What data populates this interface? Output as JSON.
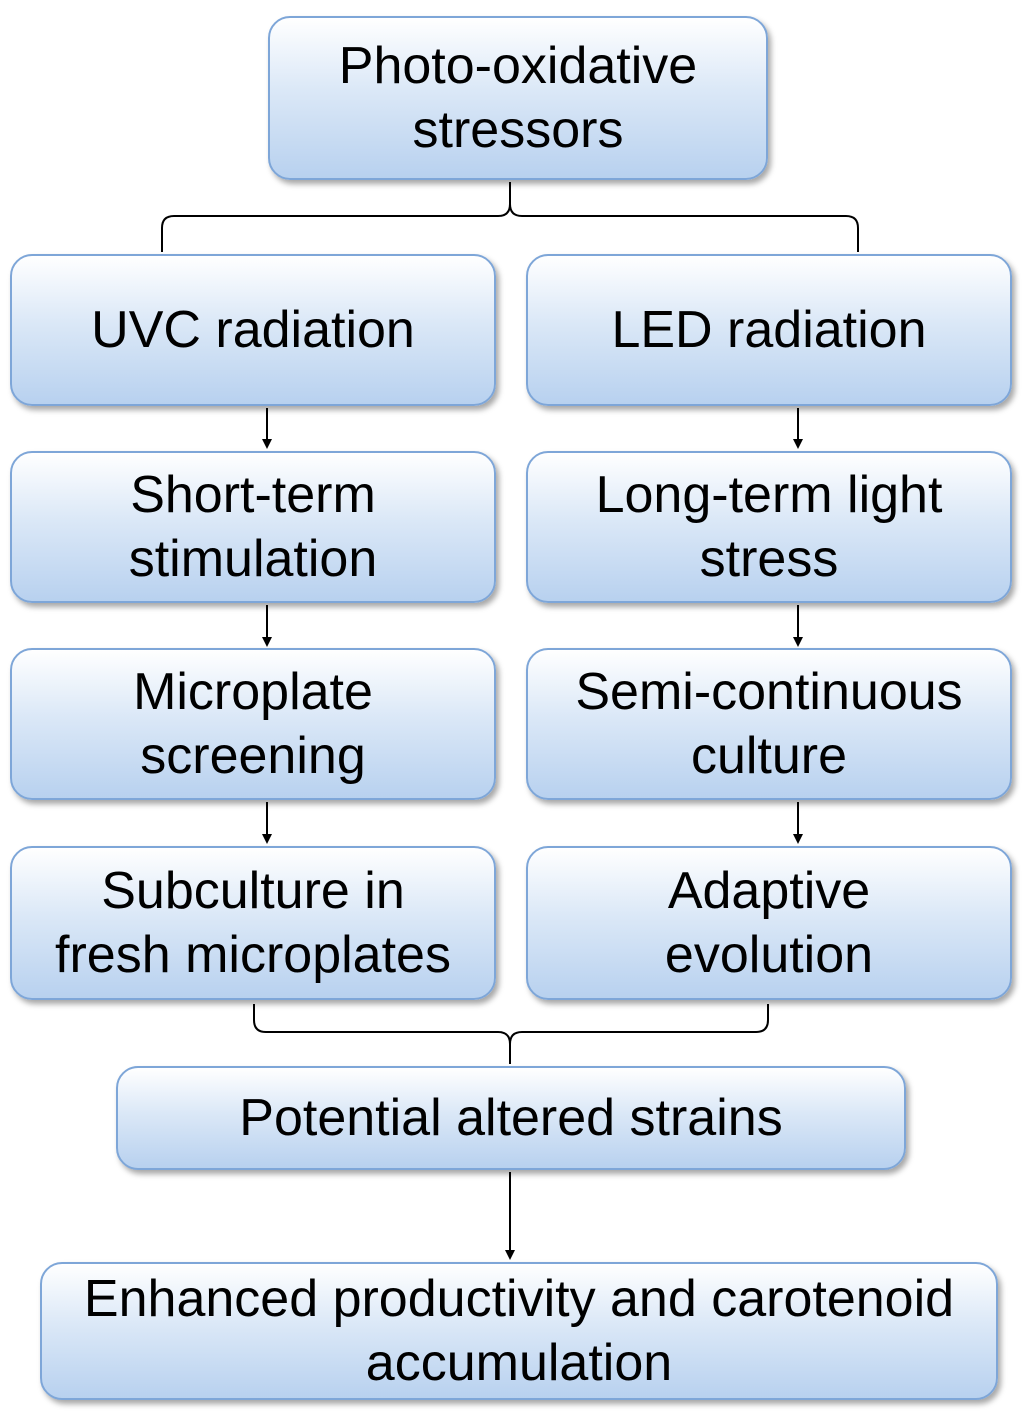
{
  "colors": {
    "box_border": "#7ea6d8",
    "box_fill_top": "#ffffff",
    "box_fill_bottom": "#b8d1ef",
    "line": "#000000",
    "text": "#000000"
  },
  "nodes": {
    "root": "Photo-oxidative\nstressors",
    "uvc": "UVC radiation",
    "led": "LED radiation",
    "short_term": "Short-term\nstimulation",
    "long_term": "Long-term light\nstress",
    "microplate": "Microplate\nscreening",
    "semi_continuous": "Semi-continuous\nculture",
    "subculture": "Subculture in\nfresh microplates",
    "adaptive": "Adaptive\nevolution",
    "altered": "Potential altered strains",
    "enhanced": "Enhanced productivity and carotenoid\naccumulation"
  },
  "edges": [
    [
      "root",
      "uvc"
    ],
    [
      "root",
      "led"
    ],
    [
      "uvc",
      "short_term"
    ],
    [
      "short_term",
      "microplate"
    ],
    [
      "microplate",
      "subculture"
    ],
    [
      "led",
      "long_term"
    ],
    [
      "long_term",
      "semi_continuous"
    ],
    [
      "semi_continuous",
      "adaptive"
    ],
    [
      "subculture",
      "altered"
    ],
    [
      "adaptive",
      "altered"
    ],
    [
      "altered",
      "enhanced"
    ]
  ]
}
